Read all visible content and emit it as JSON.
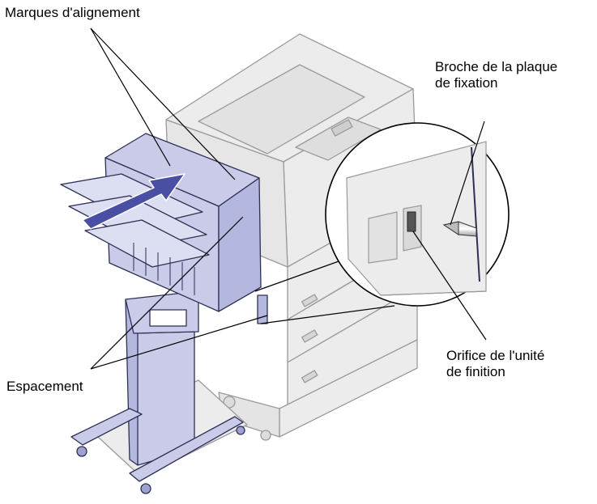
{
  "callouts": {
    "alignment_marks": {
      "text": "Marques d'alignement"
    },
    "plate_pin": {
      "lines": [
        "Broche de la plaque",
        "de fixation"
      ]
    },
    "finisher_hole": {
      "lines": [
        "Orifice de l'unité",
        "de finition"
      ]
    },
    "spacing": {
      "text": "Espacement"
    }
  },
  "colors": {
    "finisher_fill": "#c9cbe8",
    "finisher_stroke": "#2d2f55",
    "printer_fill": "#ececec",
    "printer_stroke": "#9a9a9a",
    "arrow_fill": "#4b4fa3",
    "leader_line": "#000000"
  },
  "icons": [
    "insertion-arrow",
    "attachment-pin",
    "finisher-hole"
  ]
}
